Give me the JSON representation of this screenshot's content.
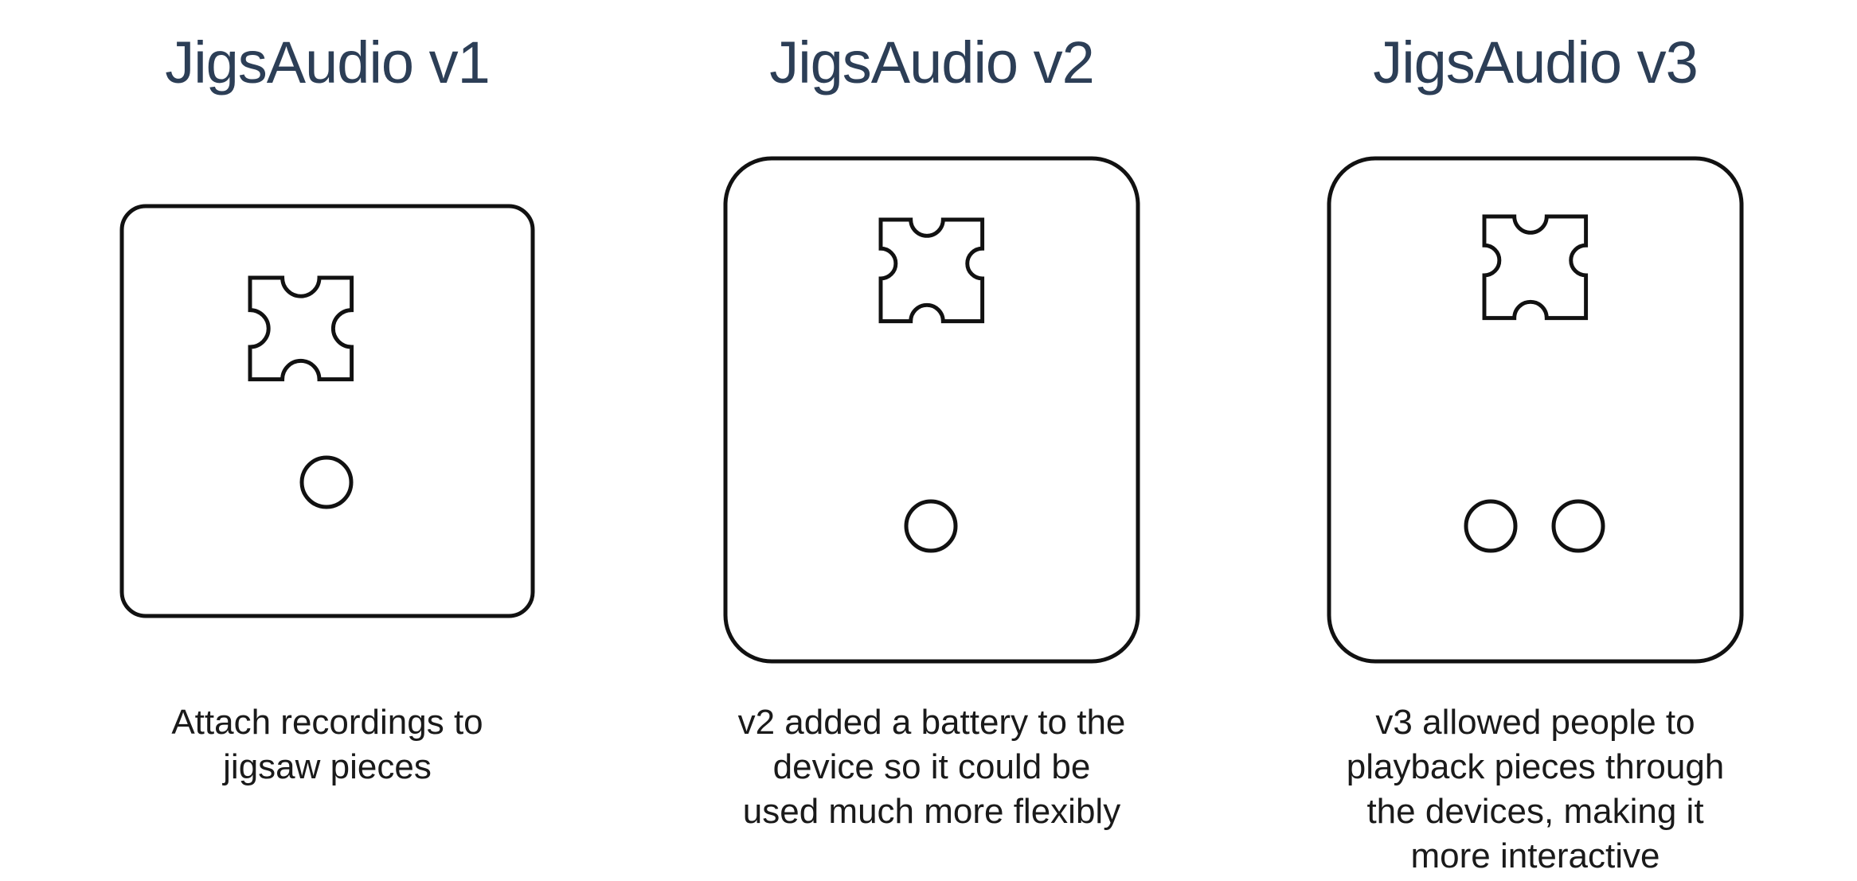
{
  "versions": [
    {
      "title": "JigsAudio v1",
      "caption_lines": [
        "Attach recordings to",
        "jigsaw pieces"
      ]
    },
    {
      "title": "JigsAudio v2",
      "caption_lines": [
        "v2 added a battery to the",
        "device so it could be",
        "used much more flexibly"
      ]
    },
    {
      "title": "JigsAudio v3",
      "caption_lines": [
        "v3 allowed people to",
        "playback pieces through",
        "the devices, making it",
        "more interactive"
      ]
    }
  ],
  "colors": {
    "title": "#2c3e56",
    "outline": "#111111",
    "caption": "#1a1a1a"
  }
}
